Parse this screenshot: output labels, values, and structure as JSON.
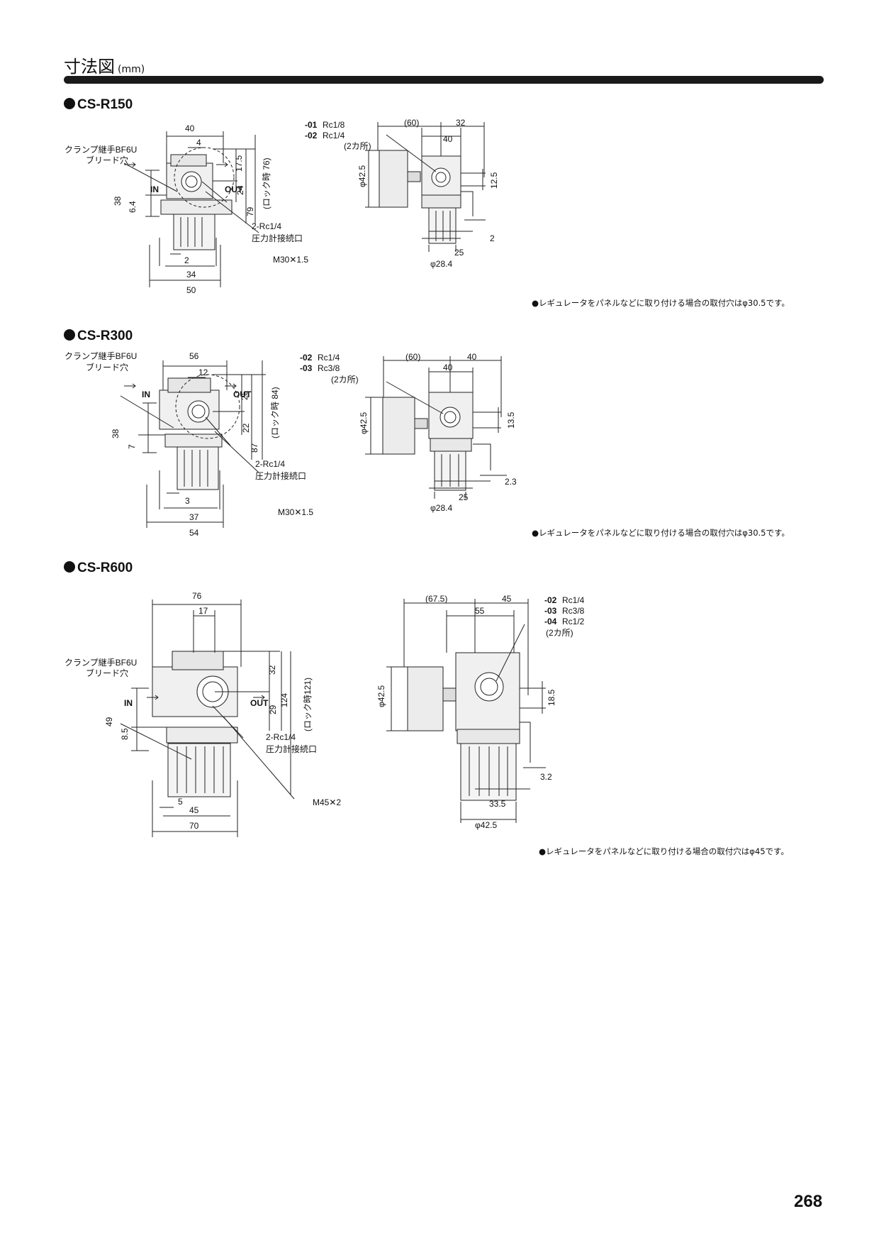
{
  "header": {
    "title": "寸法図",
    "unit": "(mm)"
  },
  "sections": [
    {
      "name": "CS-R150",
      "note": "●レギュレータをパネルなどに取り付ける場合の取付穴はφ30.5です。",
      "front": {
        "top_w": "40",
        "top_small": "4",
        "clamp": "クランプ継手BF6U",
        "bleed": "ブリード穴",
        "in": "IN",
        "out": "OUT",
        "v1": "38",
        "v2": "6.4",
        "r1": "17.5",
        "r2": "24",
        "r3": "79",
        "lock": "(ロック時 76)",
        "port": "2-Rc1/4",
        "gauge": "圧力計接続口",
        "thread": "M30✕1.5",
        "b1": "2",
        "b2": "34",
        "b3": "50"
      },
      "side": {
        "port_a_code": "-01",
        "port_a": "Rc1/8",
        "port_b_code": "-02",
        "port_b": "Rc1/4",
        "places": "(2カ所)",
        "d1": "(60)",
        "d2": "32",
        "d3": "40",
        "phi": "φ42.5",
        "h": "12.5",
        "g": "2",
        "w": "25",
        "bphi": "φ28.4"
      }
    },
    {
      "name": "CS-R300",
      "note": "●レギュレータをパネルなどに取り付ける場合の取付穴はφ30.5です。",
      "front": {
        "top_w": "56",
        "top_small": "12",
        "clamp": "クランプ継手BF6U",
        "bleed": "ブリード穴",
        "in": "IN",
        "out": "OUT",
        "v1": "38",
        "v2": "7",
        "r1": "25",
        "r2": "22",
        "r3": "87",
        "lock": "(ロック時 84)",
        "port": "2-Rc1/4",
        "gauge": "圧力計接続口",
        "thread": "M30✕1.5",
        "b1": "3",
        "b2": "37",
        "b3": "54"
      },
      "side": {
        "port_a_code": "-02",
        "port_a": "Rc1/4",
        "port_b_code": "-03",
        "port_b": "Rc3/8",
        "places": "(2カ所)",
        "d1": "(60)",
        "d2": "40",
        "d3": "40",
        "phi": "φ42.5",
        "h": "13.5",
        "g": "2.3",
        "w": "25",
        "bphi": "φ28.4"
      }
    },
    {
      "name": "CS-R600",
      "note": "●レギュレータをパネルなどに取り付ける場合の取付穴はφ45です。",
      "front": {
        "top_w": "76",
        "top_small": "17",
        "clamp": "クランプ継手BF6U",
        "bleed": "ブリード穴",
        "in": "IN",
        "out": "OUT",
        "v1": "49",
        "v2": "8.5",
        "r1": "32",
        "r2": "29",
        "r3": "124",
        "lock": "(ロック時121)",
        "port": "2-Rc1/4",
        "gauge": "圧力計接続口",
        "thread": "M45✕2",
        "b1": "5",
        "b2": "45",
        "b3": "70"
      },
      "side": {
        "port_a_code": "-02",
        "port_a": "Rc1/4",
        "port_b_code": "-03",
        "port_b": "Rc3/8",
        "port_c_code": "-04",
        "port_c": "Rc1/2",
        "places": "(2カ所)",
        "d1": "(67.5)",
        "d2": "45",
        "d3": "55",
        "phi": "φ42.5",
        "h": "18.5",
        "g": "3.2",
        "w": "33.5",
        "bphi": "φ42.5"
      }
    }
  ],
  "page_number": "268"
}
